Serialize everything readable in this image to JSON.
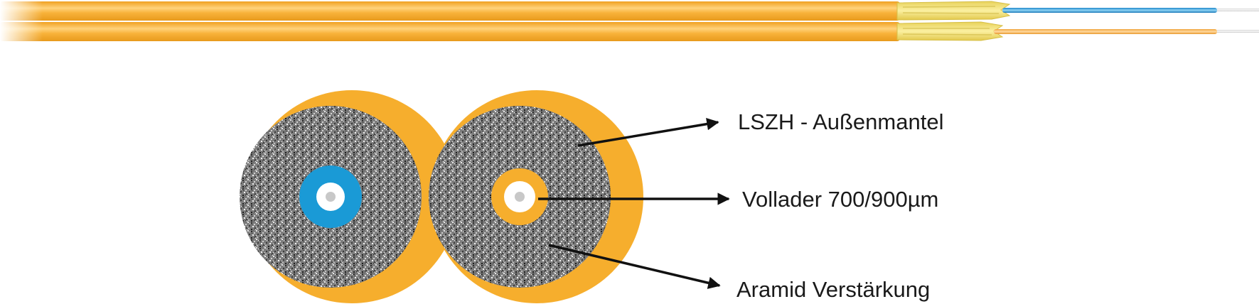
{
  "colors": {
    "jacket": "#f6ae2d",
    "jacket_light": "#ffd77a",
    "aramid_yarn": "#f2e27a",
    "blue_buffer": "#1a9ad6",
    "fiber_white": "#ffffff",
    "fiber_core": "#c8c8c8",
    "aramid_gray": "#8a8a8a",
    "arrow": "#111111",
    "text": "#1a1a1a"
  },
  "labels": {
    "outer_jacket": "LSZH - Außenmantel",
    "tight_buffer": "Vollader 700/900µm",
    "aramid": "Aramid Verstärkung"
  }
}
